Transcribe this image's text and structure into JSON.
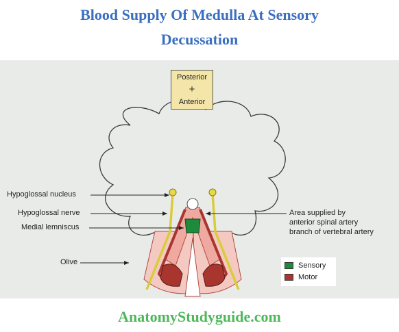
{
  "title": {
    "line1": "Blood Supply Of Medulla At Sensory",
    "line2": "Decussation"
  },
  "orientation": {
    "top": "Posterior",
    "symbol": "+",
    "bottom": "Anterior"
  },
  "labels": {
    "hypoglossal_nucleus": "Hypoglossal nucleus",
    "hypoglossal_nerve": "Hypoglossal nerve",
    "medial_lemniscus": "Medial lemniscus",
    "olive": "Olive",
    "area_line1": "Area supplied by",
    "area_line2": "anterior spinal artery",
    "area_line3": "branch of vertebral artery"
  },
  "legend": {
    "items": [
      {
        "label": "Sensory",
        "color": "#1e8a3c"
      },
      {
        "label": "Motor",
        "color": "#a8362e"
      }
    ]
  },
  "colors": {
    "title": "#3a6fc0",
    "footer": "#4fb85a",
    "nerve": "#d9cc3a",
    "artery_area": "#f2b8b0",
    "sensory": "#1e8a3c",
    "motor": "#a8362e"
  },
  "footer": "AnatomyStudyguide.com"
}
